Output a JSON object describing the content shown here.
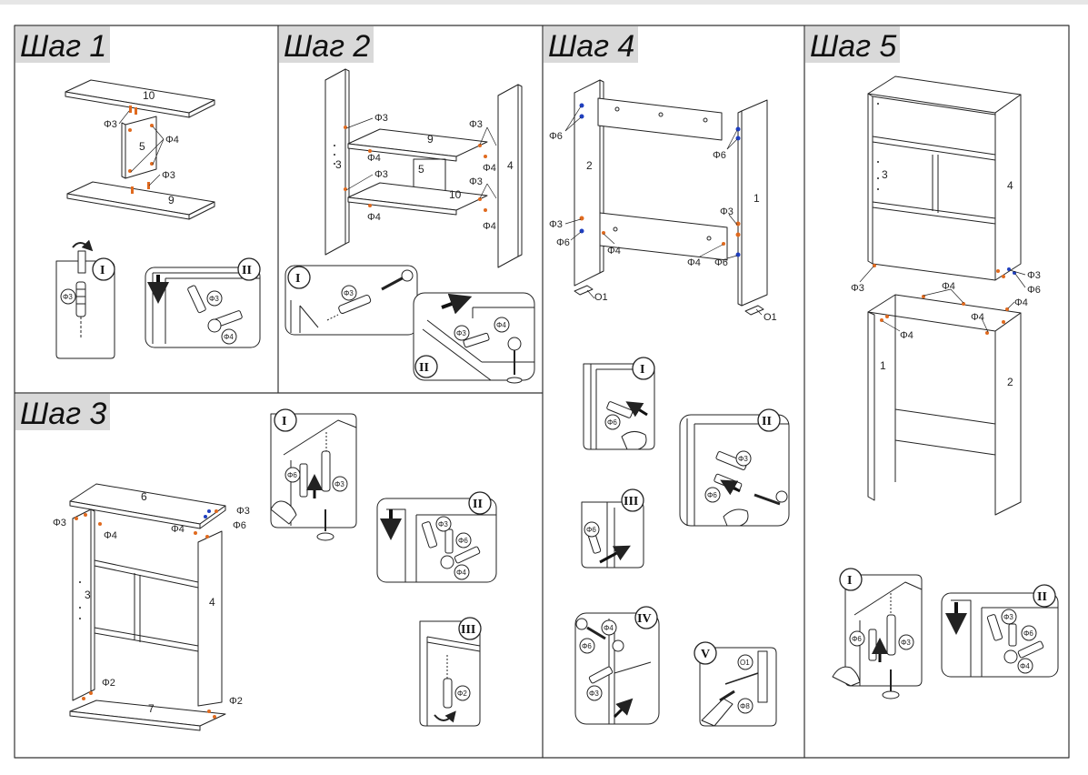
{
  "colors": {
    "border": "#333333",
    "title_bg": "#d9d9d9",
    "fastener_orange": "#e06a1f",
    "fastener_blue": "#1f3fbf",
    "line": "#222222"
  },
  "steps": [
    {
      "title": "Шаг 1",
      "parts": [
        "10",
        "5",
        "9"
      ],
      "fasteners": [
        "Φ3",
        "Φ4",
        "Φ3"
      ],
      "details": [
        {
          "numeral": "I",
          "fastener": "Φ3"
        },
        {
          "numeral": "II",
          "fasteners": [
            "Φ3",
            "Φ4"
          ]
        }
      ]
    },
    {
      "title": "Шаг 2",
      "parts": [
        "3",
        "9",
        "5",
        "10",
        "4"
      ],
      "fasteners": [
        "Φ3",
        "Φ4",
        "Φ3",
        "Φ4",
        "Φ3",
        "Φ4",
        "Φ3",
        "Φ4"
      ],
      "details": [
        {
          "numeral": "I",
          "fastener": "Φ3"
        },
        {
          "numeral": "II",
          "fasteners": [
            "Φ3",
            "Φ4"
          ]
        }
      ]
    },
    {
      "title": "Шаг 3",
      "parts": [
        "6",
        "3",
        "4",
        "7"
      ],
      "fasteners": [
        "Φ3",
        "Φ4",
        "Φ4",
        "Φ6",
        "Φ3",
        "Φ2",
        "Φ2"
      ],
      "details": [
        {
          "numeral": "I",
          "fasteners": [
            "Φ6",
            "Φ3"
          ]
        },
        {
          "numeral": "II",
          "fasteners": [
            "Φ3",
            "Φ6",
            "Φ4"
          ]
        },
        {
          "numeral": "III",
          "fastener": "Φ2"
        }
      ]
    },
    {
      "title": "Шаг 4",
      "parts": [
        "2",
        "1"
      ],
      "fasteners": [
        "Φ6",
        "Φ6",
        "Φ3",
        "Φ6",
        "Φ4",
        "Φ4",
        "Φ3",
        "Φ6",
        "O1",
        "O1"
      ],
      "details": [
        {
          "numeral": "I",
          "fastener": "Φ6"
        },
        {
          "numeral": "II",
          "fasteners": [
            "Φ3",
            "Φ6"
          ]
        },
        {
          "numeral": "III",
          "fastener": "Φ6"
        },
        {
          "numeral": "IV",
          "fasteners": [
            "Φ4",
            "Φ6",
            "Φ3"
          ]
        },
        {
          "numeral": "V",
          "fasteners": [
            "O1",
            "Φ8"
          ]
        }
      ]
    },
    {
      "title": "Шаг 5",
      "parts": [
        "3",
        "4",
        "1",
        "2"
      ],
      "fasteners": [
        "Φ3",
        "Φ4",
        "Φ3",
        "Φ6",
        "Φ4",
        "Φ4",
        "Φ4"
      ],
      "details": [
        {
          "numeral": "I",
          "fasteners": [
            "Φ6",
            "Φ3"
          ]
        },
        {
          "numeral": "II",
          "fasteners": [
            "Φ3",
            "Φ6",
            "Φ4"
          ]
        }
      ]
    }
  ]
}
